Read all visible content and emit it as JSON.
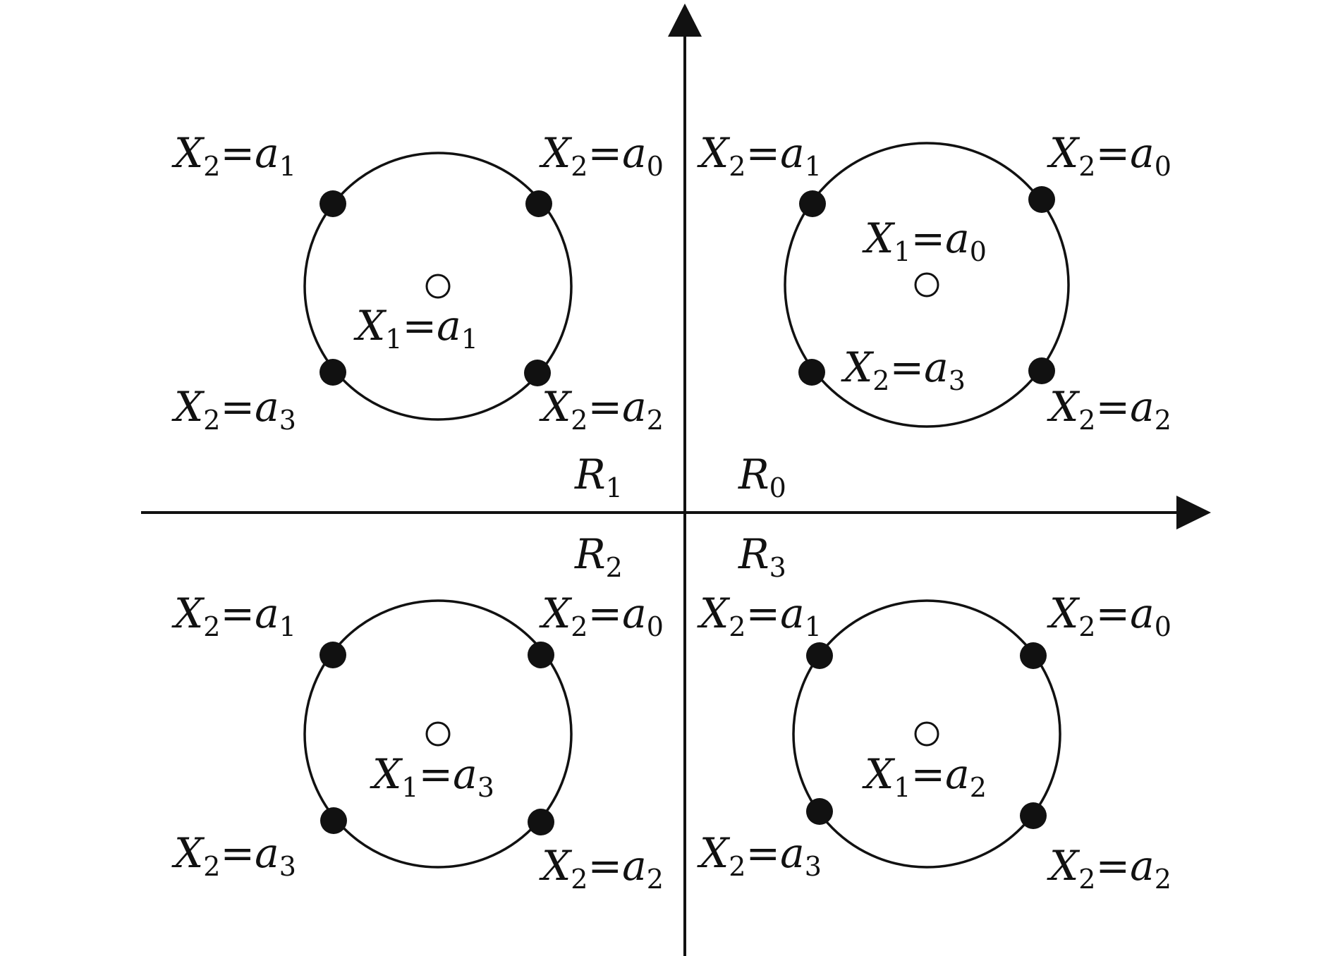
{
  "colors": {
    "stroke": "#111111",
    "background": "#ffffff"
  },
  "regions": [
    {
      "letter": "R",
      "index": "0"
    },
    {
      "letter": "R",
      "index": "1"
    },
    {
      "letter": "R",
      "index": "2"
    },
    {
      "letter": "R",
      "index": "3"
    }
  ],
  "clusters": [
    {
      "quadrant": "top-left",
      "center_label": {
        "var": "X",
        "var_sub": "1",
        "eq": "=",
        "val": "a",
        "val_sub": "1"
      },
      "points": [
        {
          "var": "X",
          "var_sub": "2",
          "eq": "=",
          "val": "a",
          "val_sub": "1"
        },
        {
          "var": "X",
          "var_sub": "2",
          "eq": "=",
          "val": "a",
          "val_sub": "0"
        },
        {
          "var": "X",
          "var_sub": "2",
          "eq": "=",
          "val": "a",
          "val_sub": "3"
        },
        {
          "var": "X",
          "var_sub": "2",
          "eq": "=",
          "val": "a",
          "val_sub": "2"
        }
      ]
    },
    {
      "quadrant": "top-right",
      "center_label": {
        "var": "X",
        "var_sub": "1",
        "eq": "=",
        "val": "a",
        "val_sub": "0"
      },
      "points": [
        {
          "var": "X",
          "var_sub": "2",
          "eq": "=",
          "val": "a",
          "val_sub": "1"
        },
        {
          "var": "X",
          "var_sub": "2",
          "eq": "=",
          "val": "a",
          "val_sub": "0"
        },
        {
          "var": "X",
          "var_sub": "2",
          "eq": "=",
          "val": "a",
          "val_sub": "3"
        },
        {
          "var": "X",
          "var_sub": "2",
          "eq": "=",
          "val": "a",
          "val_sub": "2"
        }
      ]
    },
    {
      "quadrant": "bottom-left",
      "center_label": {
        "var": "X",
        "var_sub": "1",
        "eq": "=",
        "val": "a",
        "val_sub": "3"
      },
      "points": [
        {
          "var": "X",
          "var_sub": "2",
          "eq": "=",
          "val": "a",
          "val_sub": "1"
        },
        {
          "var": "X",
          "var_sub": "2",
          "eq": "=",
          "val": "a",
          "val_sub": "0"
        },
        {
          "var": "X",
          "var_sub": "2",
          "eq": "=",
          "val": "a",
          "val_sub": "3"
        },
        {
          "var": "X",
          "var_sub": "2",
          "eq": "=",
          "val": "a",
          "val_sub": "2"
        }
      ]
    },
    {
      "quadrant": "bottom-right",
      "center_label": {
        "var": "X",
        "var_sub": "1",
        "eq": "=",
        "val": "a",
        "val_sub": "2"
      },
      "points": [
        {
          "var": "X",
          "var_sub": "2",
          "eq": "=",
          "val": "a",
          "val_sub": "1"
        },
        {
          "var": "X",
          "var_sub": "2",
          "eq": "=",
          "val": "a",
          "val_sub": "0"
        },
        {
          "var": "X",
          "var_sub": "2",
          "eq": "=",
          "val": "a",
          "val_sub": "3"
        },
        {
          "var": "X",
          "var_sub": "2",
          "eq": "=",
          "val": "a",
          "val_sub": "2"
        }
      ]
    }
  ]
}
